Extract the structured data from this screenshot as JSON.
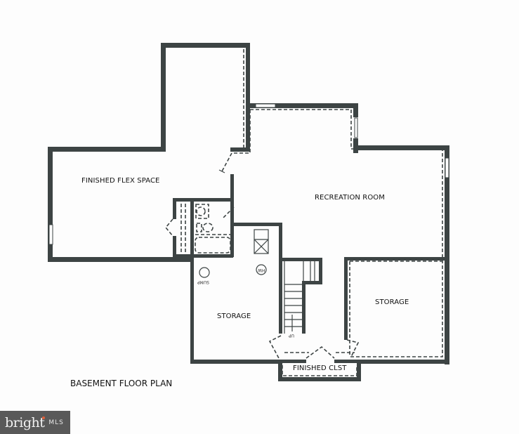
{
  "plan": {
    "title": "BASEMENT FLOOR PLAN",
    "rooms": {
      "flex_space": "FINISHED FLEX SPACE",
      "recreation_room": "RECREATION ROOM",
      "storage_left": "STORAGE",
      "storage_right": "STORAGE",
      "finished_closet": "FINISHED CLST"
    },
    "fixtures": {
      "sump": "SUMP",
      "water_heater": "HW",
      "stairs": "UP"
    },
    "colors": {
      "wall": "#3d4444",
      "background": "#fdfdfd"
    }
  },
  "watermark": {
    "brand": "bright",
    "suffix": "MLS",
    "background": "#595959",
    "accent": "#e0603a"
  }
}
